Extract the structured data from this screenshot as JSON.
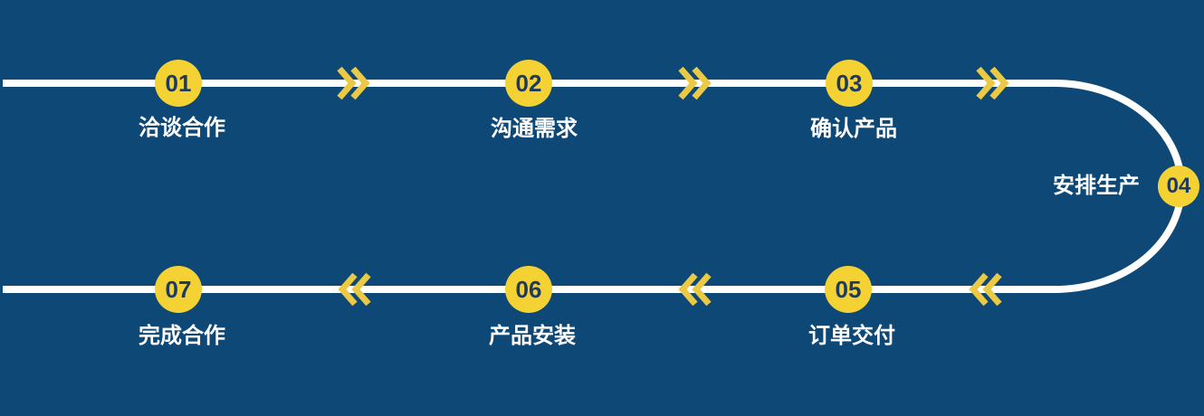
{
  "diagram": {
    "type": "process-flow",
    "steps": [
      {
        "num": "01",
        "label": "洽谈合作"
      },
      {
        "num": "02",
        "label": "沟通需求"
      },
      {
        "num": "03",
        "label": "确认产品"
      },
      {
        "num": "04",
        "label": "安排生产"
      },
      {
        "num": "05",
        "label": "订单交付"
      },
      {
        "num": "06",
        "label": "产品安装"
      },
      {
        "num": "07",
        "label": "完成合作"
      }
    ],
    "colors": {
      "background": "#0d4877",
      "line": "#ffffff",
      "circle_fill": "#f4d233",
      "chevron": "#ecc944",
      "number_text": "#1e3a5f",
      "label_text": "#ffffff"
    }
  }
}
